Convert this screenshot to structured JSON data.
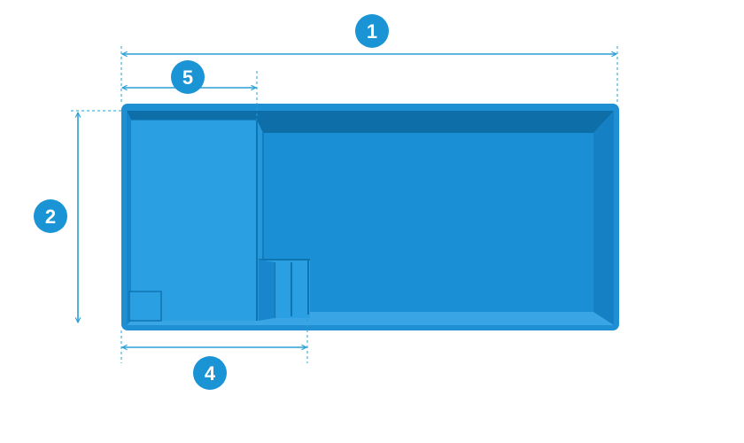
{
  "colors": {
    "dimension_line": "#2a9fd6",
    "badge": "#1a94d4",
    "pool_rim": "#1f8fd4",
    "pool_floor": "#1e93d9",
    "pool_wall_dark": "#0d6ea8",
    "pool_wall_light": "#49b1e8"
  },
  "dimensions": [
    {
      "label": "1",
      "refers_to": "overall-length"
    },
    {
      "label": "2",
      "refers_to": "overall-width"
    },
    {
      "label": "4",
      "refers_to": "shallow-section-with-steps-length"
    },
    {
      "label": "5",
      "refers_to": "bench-section-length"
    }
  ]
}
